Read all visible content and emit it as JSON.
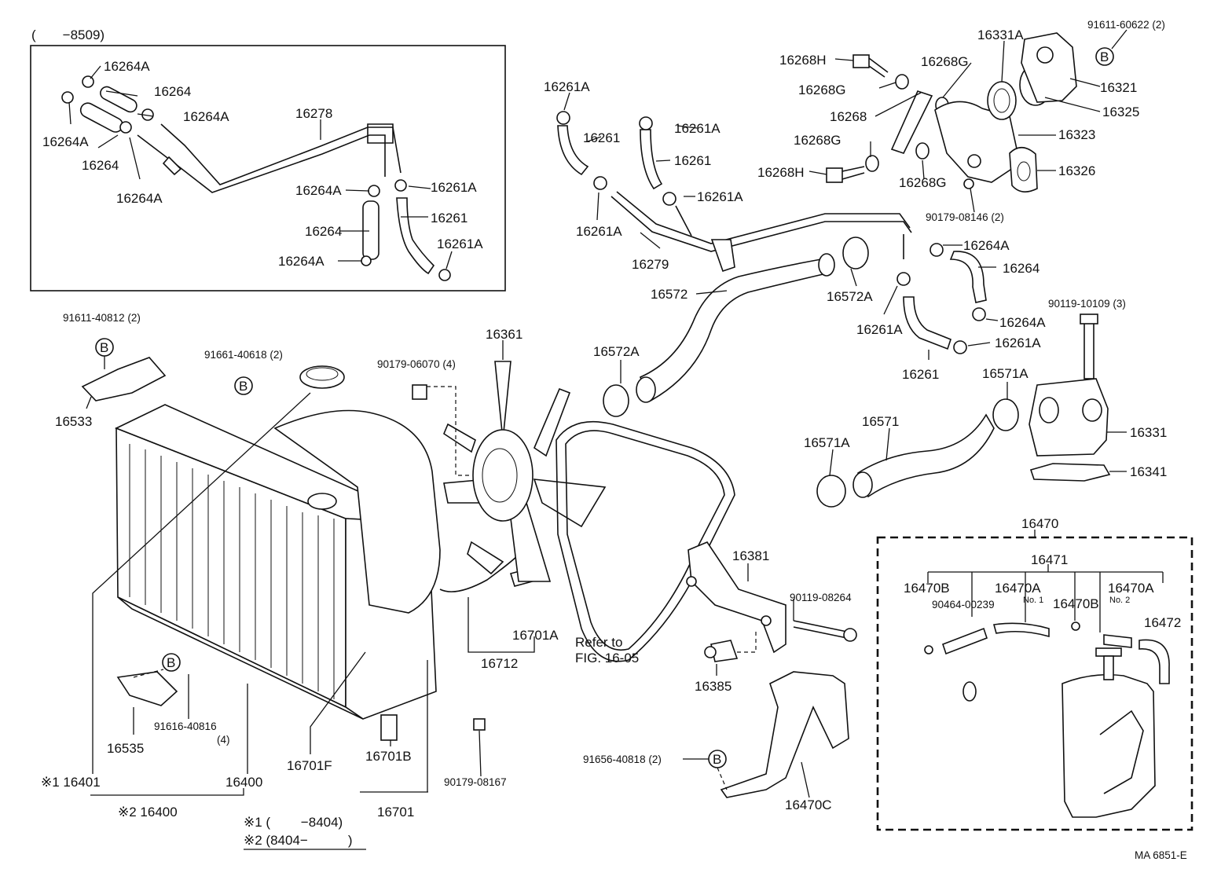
{
  "inset_range": "(　　−8509)",
  "figure_code": "MA  6851-E",
  "refer_line1": "Refer to",
  "refer_line2": "FIG. 16-05",
  "bolt_mark": "B",
  "legend": {
    "note1": "※1 (　　 −8404)",
    "note2": "※2 (8404−　　　)"
  },
  "parts": {
    "p16264A_1": "16264A",
    "p16264_1": "16264",
    "p16264A_2": "16264A",
    "p16264A_3": "16264A",
    "p16264_2": "16264",
    "p16264A_4": "16264A",
    "p16278": "16278",
    "p16264A_5": "16264A",
    "p16261A_1": "16261A",
    "p16264_3": "16264",
    "p16261_1": "16261",
    "p16264A_6": "16264A",
    "p16261A_2": "16261A",
    "p16261A_3": "16261A",
    "p16261_2": "16261",
    "p16261A_4": "16261A",
    "p16261_3": "16261",
    "p16261A_5": "16261A",
    "p16261A_6": "16261A",
    "p16279": "16279",
    "p16268H_1": "16268H",
    "p16268G_1": "16268G",
    "p16268G_2": "16268G",
    "p16268": "16268",
    "p16268G_3": "16268G",
    "p16268H_2": "16268H",
    "p16268G_4": "16268G",
    "p16331A": "16331A",
    "p91611_60622": "91611-60622 (2)",
    "p16321": "16321",
    "p16325": "16325",
    "p16323": "16323",
    "p16326": "16326",
    "p90179_08146": "90179-08146 (2)",
    "p16572": "16572",
    "p16572A_1": "16572A",
    "p16572A_2": "16572A",
    "p16264A_7": "16264A",
    "p16264_4": "16264",
    "p16264A_8": "16264A",
    "p16261A_7": "16261A",
    "p16261A_8": "16261A",
    "p16261_4": "16261",
    "p90119_10109": "90119-10109 (3)",
    "p16571A_1": "16571A",
    "p16571": "16571",
    "p16571A_2": "16571A",
    "p16331": "16331",
    "p16341": "16341",
    "p91611_40812": "91611-40812 (2)",
    "p91661_40618": "91661-40618 (2)",
    "p16533": "16533",
    "p16361": "16361",
    "p90179_06070": "90179-06070 (4)",
    "p16381": "16381",
    "p90119_08264": "90119-08264",
    "p16385": "16385",
    "p16701A": "16701A",
    "p16712": "16712",
    "p16535": "16535",
    "p91616_40816": "91616-40816",
    "p91616_qty": "(4)",
    "p16701F": "16701F",
    "p16701B": "16701B",
    "p90179_08167": "90179-08167",
    "p16401": "※1  16401",
    "p16400_1": "16400",
    "p16400_2": "※2  16400",
    "p16701": "16701",
    "p91656_40818": "91656-40818 (2)",
    "p16470C": "16470C",
    "p16470": "16470",
    "p16471": "16471",
    "p16470B_1": "16470B",
    "p16470A_1": "16470A",
    "p16470A_1_no": "No. 1",
    "p90464_00239": "90464-00239",
    "p16470B_2": "16470B",
    "p16470A_2": "16470A",
    "p16470A_2_no": "No. 2",
    "p16472": "16472"
  }
}
